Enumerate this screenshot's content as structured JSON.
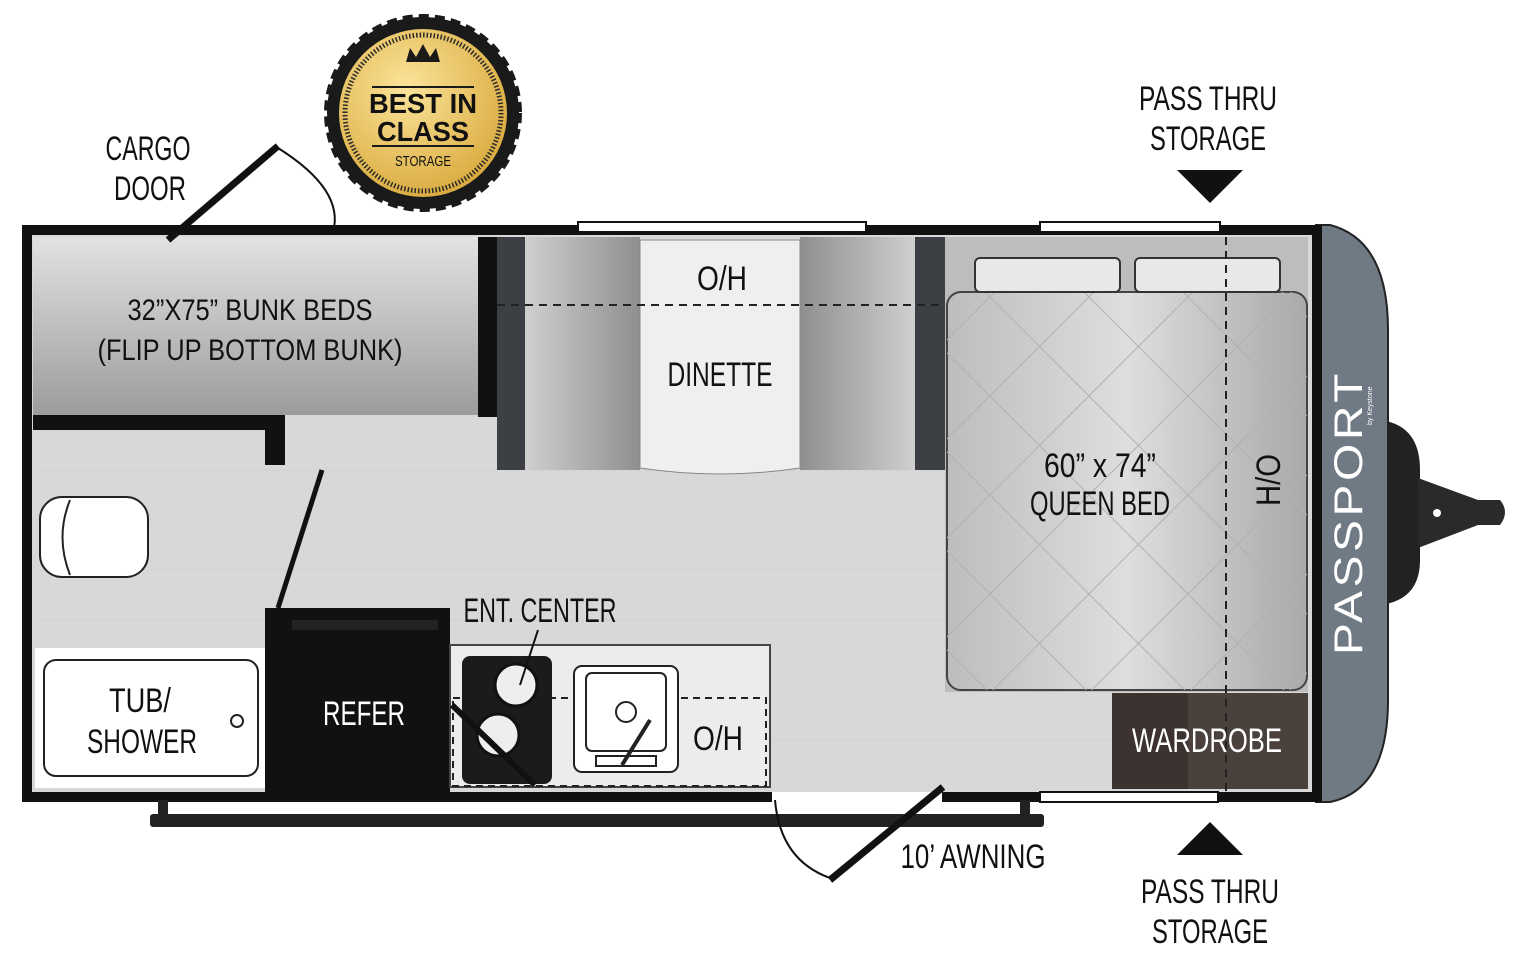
{
  "badge": {
    "line1": "BEST IN",
    "line2": "CLASS",
    "line3": "STORAGE"
  },
  "labels": {
    "cargo_door": [
      "CARGO",
      "DOOR"
    ],
    "pass_thru_top": [
      "PASS THRU",
      "STORAGE"
    ],
    "pass_thru_bottom": [
      "PASS THRU",
      "STORAGE"
    ],
    "bunk_beds": [
      "32”X75” BUNK BEDS",
      "(FLIP UP BOTTOM BUNK)"
    ],
    "dinette_oh": "O/H",
    "dinette": "DINETTE",
    "queen_bed": [
      "60” x 74”",
      "QUEEN BED"
    ],
    "bed_oh": "H/O",
    "ent_center": "ENT. CENTER",
    "tub_shower": [
      "TUB/",
      "SHOWER"
    ],
    "refer": "REFER",
    "kitchen_oh": "O/H",
    "wardrobe": "WARDROBE",
    "awning": "10’ AWNING"
  },
  "brand": {
    "name": "PASSPORT",
    "sub": "by Keystone"
  },
  "colors": {
    "wall": "#111111",
    "cap": "#6f7a84",
    "floor": "#d8d8d8",
    "wardrobe": "#3c3330",
    "badge_gold": "#e8c25a"
  }
}
